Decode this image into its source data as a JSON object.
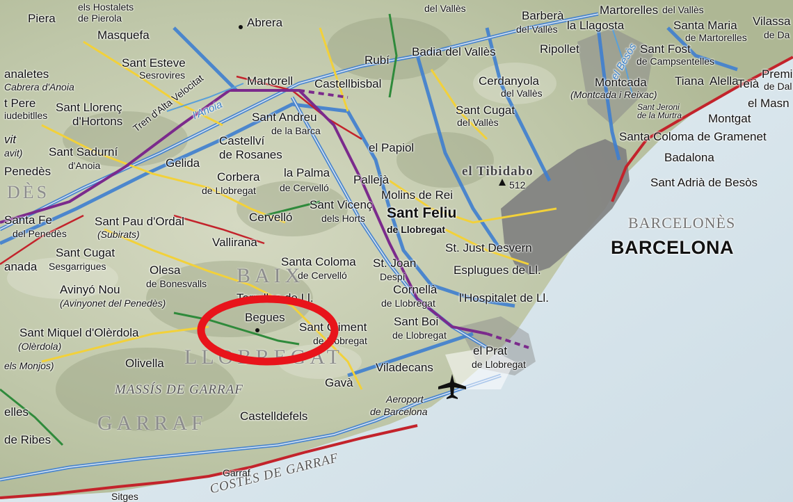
{
  "map": {
    "places": {
      "piera": "Piera",
      "de_pierola": "de Pierola",
      "els_hostalets": "els Hostalets",
      "masquefa": "Masquefa",
      "sant_esteve": "Sant Esteve",
      "sesrovires": "Sesrovires",
      "abrera": "Abrera",
      "martorell": "Martorell",
      "castellbisbal": "Castellbisbal",
      "rubi": "Rubí",
      "badia": "Badia del Vallès",
      "del_valles_top": "del Vallès",
      "barbera": "Barberà",
      "del_valles_b": "del Vallès",
      "la_llagosta": "la Llagosta",
      "ripollet": "Ripollet",
      "martorelles": "Martorelles",
      "del_valles_c": "del Vallès",
      "santa_maria": "Santa Maria",
      "de_martorelles": "de Martorelles",
      "vilassar": "Vilassa",
      "de_da": "de Da",
      "sant_fost": "Sant Fost",
      "de_campsentelles": "de Campsentelles",
      "tiana": "Tiana",
      "alella": "Alella",
      "teia": "Teià",
      "premia": "Premià",
      "de_dalt": "de Dal",
      "montcada": "Montcada",
      "montcada_reixac": "(Montcada i Reixac)",
      "sant_jeroni": "Sant Jeroni",
      "de_la_murtra": "de la Murtra",
      "el_masnou": "el Masn",
      "montgat": "Montgat",
      "cerdanyola": "Cerdanyola",
      "del_valles_d": "del Vallès",
      "sant_cugat": "Sant Cugat",
      "del_valles_e": "del Vallès",
      "anaPletes": "analetes",
      "cabrera": "Cabrera d'Anoia",
      "t_pere": "t Pere",
      "riudebitlles": "iudebitlles",
      "sant_llorenc": "Sant Llorenç",
      "dhortons": "d'Hortons",
      "sant_andreu": "Sant Andreu",
      "de_la_barca": "de la Barca",
      "castellvi": "Castellví",
      "de_rosanes": "de Rosanes",
      "gelida": "Gelida",
      "vit": "vit",
      "avit": "avit)",
      "sant_sadurni": "Sant Sadurní",
      "danoia": "d'Anoia",
      "penedes": "Penedès",
      "el_papiol": "el Papiol",
      "pallejà": "Pallejà",
      "molins": "Molins de Rei",
      "tibidabo": "el Tibidabo",
      "tibidabo_alt": "512",
      "corbera": "Corbera",
      "de_llobregat_a": "de Llobregat",
      "la_palma": "la Palma",
      "de_cervello": "de Cervelló",
      "sant_vicenc": "Sant Vicenç",
      "dels_horts": "dels Horts",
      "sant_feliu": "Sant Feliu",
      "de_llobregat_b": "de Llobregat",
      "santa_coloma_g": "Santa Coloma de Gramenet",
      "badalona": "Badalona",
      "sant_adria": "Sant Adrià de Besòs",
      "santa_fe": "Santa Fe",
      "del_penedes": "del Penedès",
      "sant_pau": "Sant Pau d'Ordal",
      "subirats": "(Subirats)",
      "cervello": "Cervelló",
      "vallirana": "Vallirana",
      "sant_just": "St. Just Desvern",
      "sant_cugat_s": "Sant Cugat",
      "sesgarrigues": "Sesgarrigues",
      "anada": "anada",
      "olesa": "Olesa",
      "de_bonesvalls": "de Bonesvalls",
      "santa_coloma_c": "Santa Coloma",
      "de_cervello_b": "de Cervelló",
      "st_joan": "St. Joan",
      "despi": "Despí",
      "esplugues": "Esplugues de Ll.",
      "cornella": "Cornellà",
      "de_llobregat_c": "de Llobregat",
      "hospitalet": "l'Hospitalet de Ll.",
      "avinyo": "Avinyó Nou",
      "avinyonet": "(Avinyonet del Penedès)",
      "torrelles": "Torrelles de Ll.",
      "begues": "Begues",
      "sant_climent": "Sant Climent",
      "de_llobregat_d": "de Llobregat",
      "sant_boi": "Sant Boi",
      "de_llobregat_e": "de Llobregat",
      "el_prat": "el Prat",
      "de_llobregat_f": "de Llobregat",
      "sant_miquel": "Sant Miquel d'Olèrdola",
      "olerdola": "(Olèrdola)",
      "els_monjos": "els Monjos)",
      "olivella": "Olivella",
      "viladecans": "Viladecans",
      "gava": "Gavà",
      "aeroport": "Aeroport",
      "de_barcelona": "de Barcelona",
      "castelldefels": "Castelldefels",
      "elles": "elles",
      "de_ribes": "de Ribes",
      "garraf": "Garraf",
      "sitges": "Sitges"
    },
    "cities": {
      "barcelona": "BARCELONA"
    },
    "regions": {
      "barcelones": "BARCELONÈS",
      "baix": "BAIX",
      "llobregat": "LLOBREGAT",
      "garraf": "GARRAF",
      "des": "DÈS",
      "massis": "MASSÍS DE GARRAF",
      "costes": "COSTES DE GARRAF"
    },
    "rivers": {
      "anoia": "l'Anoia",
      "besos": "el Besòs"
    },
    "rail": {
      "tren_alta_velocitat": "Tren d'Alta Velocitat"
    },
    "highlight": {
      "color": "#e8141b",
      "target": "Begues"
    },
    "colors": {
      "sea": "#dbe7ee",
      "land": "#c9cfb6",
      "urban": "#7b7b7b",
      "motorway": "#3f7fd0",
      "road_yellow": "#f2d13a",
      "road_red": "#c3232b",
      "rail_purple": "#7b2a8c",
      "green_road": "#2f8a3b"
    },
    "icons": {
      "airport": "airplane-icon",
      "peak": "mountain-peak-icon"
    }
  }
}
